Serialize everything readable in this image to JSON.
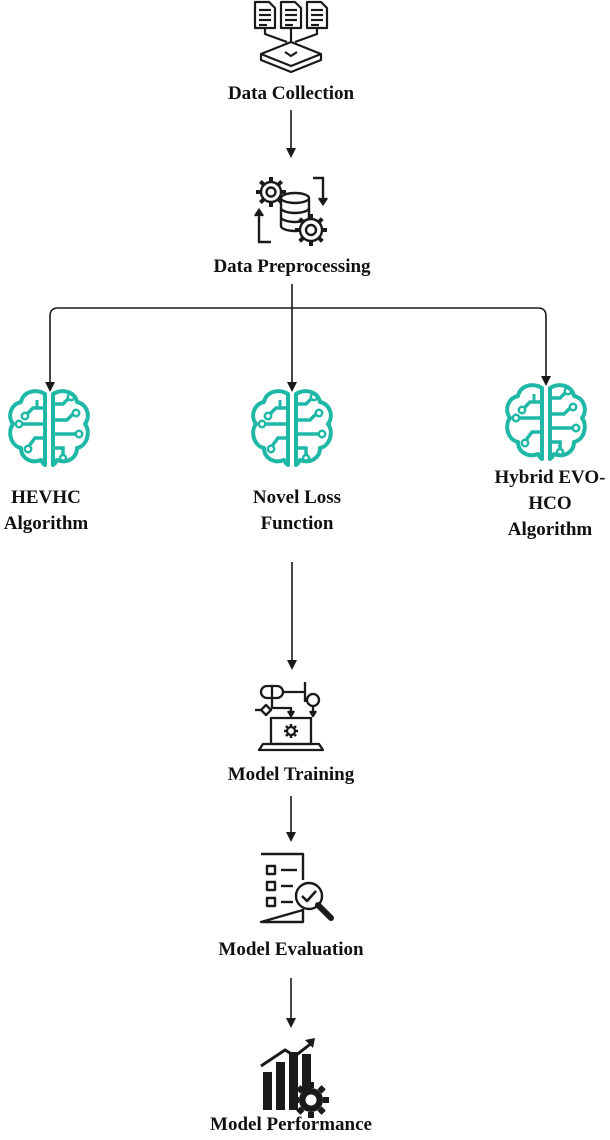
{
  "colors": {
    "line": "#1a1a1a",
    "brain": "#1fb8a6",
    "text": "#111111"
  },
  "nodes": {
    "data_collection": {
      "label": "Data Collection",
      "icon": "documents-to-database-icon"
    },
    "data_preprocessing": {
      "label": "Data Preprocessing",
      "icon": "gears-database-cycle-icon"
    },
    "hevhc": {
      "label_lines": [
        "HEVHC",
        "Algorithm"
      ],
      "icon": "ai-brain-icon"
    },
    "novel_loss": {
      "label_lines": [
        "Novel Loss",
        "Function"
      ],
      "icon": "ai-brain-icon"
    },
    "hybrid": {
      "label_lines": [
        "Hybrid EVO-",
        "HCO",
        "Algorithm"
      ],
      "icon": "ai-brain-icon"
    },
    "model_training": {
      "label": "Model Training",
      "icon": "flowchart-laptop-icon"
    },
    "model_evaluation": {
      "label": "Model Evaluation",
      "icon": "checklist-magnifier-icon"
    },
    "model_performance": {
      "label": "Model Performance",
      "icon": "growth-chart-gear-icon"
    }
  },
  "edges": [
    {
      "from": "data_collection",
      "to": "data_preprocessing"
    },
    {
      "from": "data_preprocessing",
      "to": "hevhc"
    },
    {
      "from": "data_preprocessing",
      "to": "novel_loss"
    },
    {
      "from": "data_preprocessing",
      "to": "hybrid"
    },
    {
      "from": "novel_loss",
      "to": "model_training"
    },
    {
      "from": "model_training",
      "to": "model_evaluation"
    },
    {
      "from": "model_evaluation",
      "to": "model_performance"
    }
  ]
}
